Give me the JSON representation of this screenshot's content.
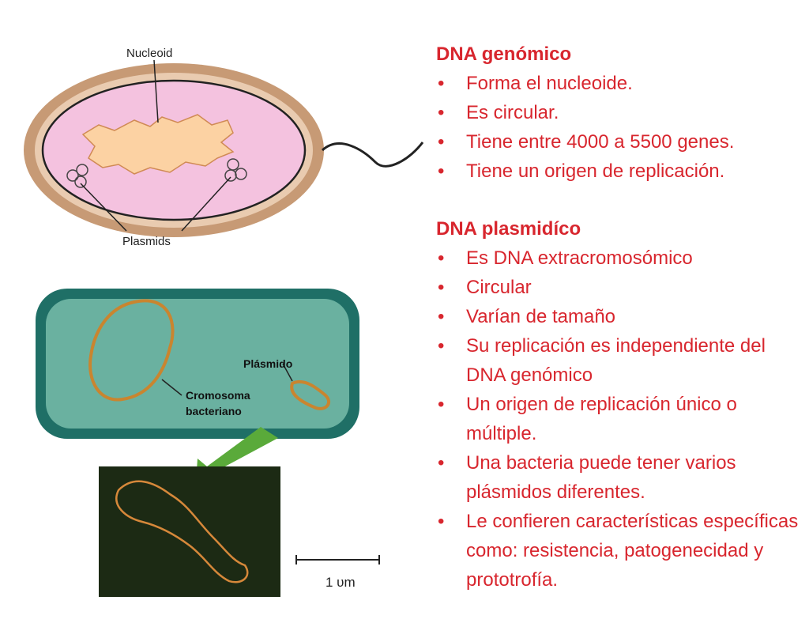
{
  "diagram_top": {
    "label_nucleoid": "Nucleoid",
    "label_plasmids": "Plasmids"
  },
  "diagram_mid": {
    "label_plasmido": "Plásmido",
    "label_cromosoma_1": "Cromosoma",
    "label_cromosoma_2": "bacteriano"
  },
  "micrograph": {
    "scale_label": "1 υm"
  },
  "genomic": {
    "title": "DNA genómico",
    "items": [
      "Forma el nucleoide.",
      "Es circular.",
      "Tiene entre 4000 a 5500 genes.",
      "Tiene un origen de replicación."
    ]
  },
  "plasmid": {
    "title": "DNA plasmidíco",
    "items": [
      "Es DNA extracromosómico",
      "Circular",
      "Varían de tamaño",
      "Su replicación es independiente del DNA genómico",
      "Un origen de replicación único o múltiple.",
      "Una bacteria puede tener varios plásmidos diferentes.",
      "Le confieren características específicas como: resistencia, patogenecidad y prototrofía."
    ]
  },
  "colors": {
    "text": "#d8262e",
    "cell_wall": "#c79a75",
    "cytoplasm": "#f4c2df",
    "nucleoid": "#fcd2a3",
    "cell_green": "#2f8a7e"
  }
}
